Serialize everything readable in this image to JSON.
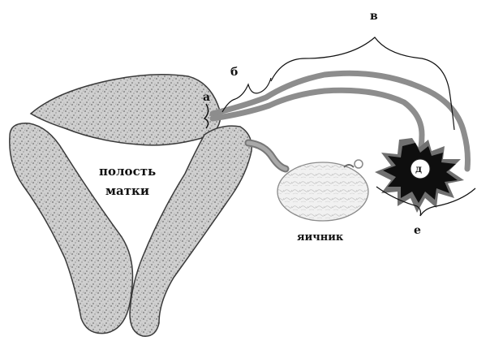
{
  "labels": {
    "a": "а",
    "b": "б",
    "v": "в",
    "d": "д",
    "e": "е",
    "uterine_cavity_line1": "полость",
    "uterine_cavity_line2": "матки",
    "ovary": "яичник"
  }
}
